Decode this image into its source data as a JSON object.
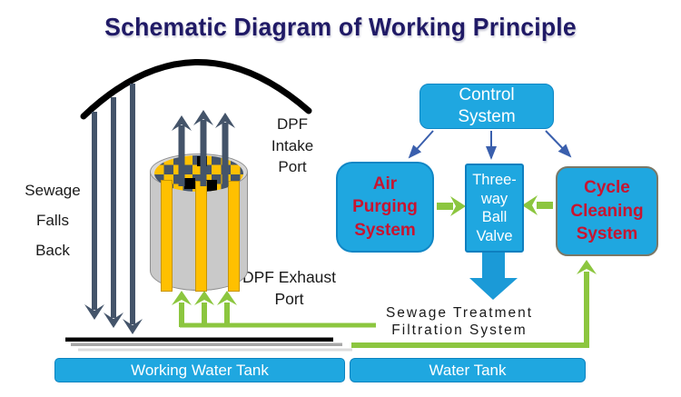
{
  "title": "Schematic Diagram of Working Principle",
  "colors": {
    "box_blue": "#1FA7E0",
    "box_border_blue": "#0E86C4",
    "cycle_box_border": "#7A7867",
    "dark_slate_arrow": "#44546A",
    "green_flow": "#8CC63F",
    "channel_yellow": "#FFC000",
    "red_label": "#C81430",
    "title_navy": "#201A66",
    "connector_blue": "#3A5FAD",
    "thick_arrow_blue": "#1B9AD7",
    "cylinder_gray": "#C9C9C9"
  },
  "left_scene": {
    "sewage_label": [
      "Sewage",
      "Falls",
      "Back"
    ],
    "dpf_intake_label": [
      "DPF",
      "Intake",
      "Port"
    ],
    "dpf_exhaust_label": [
      "DPF Exhaust",
      "Port"
    ]
  },
  "flowchart": {
    "control_system": [
      "Control",
      "System"
    ],
    "air_purging_system": [
      "Air",
      "Purging",
      "System"
    ],
    "three_way_ball_valve": [
      "Three-",
      "way",
      "Ball",
      "Valve"
    ],
    "cycle_cleaning_system": [
      "Cycle",
      "Cleaning",
      "System"
    ],
    "filtration_label": [
      "Sewage Treatment",
      "Filtration System"
    ]
  },
  "tanks": {
    "working_water_tank": "Working Water Tank",
    "water_tank": "Water Tank"
  }
}
